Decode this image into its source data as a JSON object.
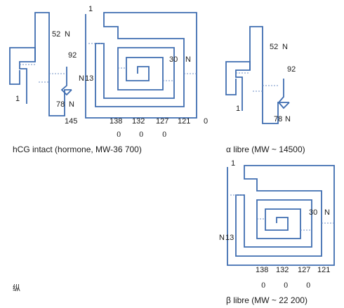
{
  "diagrams": {
    "intact": {
      "caption": "hCG intact (hormone, MW-36 700)",
      "alpha": {
        "n_start": "1",
        "n52": "52",
        "n52_tag": "N",
        "n92": "92",
        "n78": "78",
        "n78_tag": "N"
      },
      "beta": {
        "n1": "1",
        "n13": "13",
        "n13_tag": "N",
        "n30": "30",
        "n30_tag": "N",
        "end": "145",
        "site_numbers": [
          "138",
          "132",
          "127",
          "121"
        ],
        "o_marks": [
          "0",
          "0",
          "0"
        ],
        "trailing_o": "0"
      }
    },
    "alpha_free": {
      "caption": "α libre (MW ~ 14500)",
      "n_start": "1",
      "n52": "52",
      "n52_tag": "N",
      "n92": "92",
      "n78": "78",
      "n78_tag": "N"
    },
    "beta_free": {
      "caption": "β libre (MW ~ 22 200)",
      "n1": "1",
      "n13": "13",
      "n13_tag": "N",
      "n30": "30",
      "n30_tag": "N",
      "site_numbers": [
        "138",
        "132",
        "127",
        "121"
      ],
      "o_marks": [
        "0",
        "0",
        "0"
      ]
    }
  },
  "corner_mark": "纵",
  "colors": {
    "chain": "#3f6db0",
    "bond": "#6f8fc4",
    "text": "#1a1a1a"
  }
}
